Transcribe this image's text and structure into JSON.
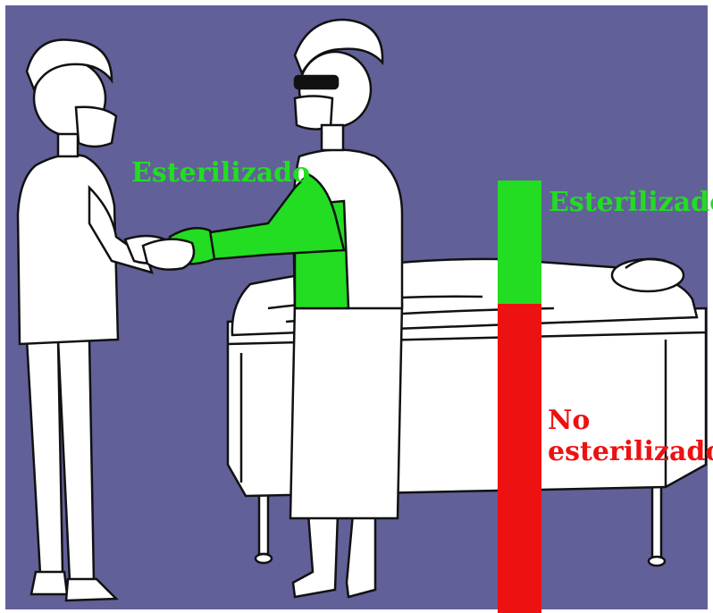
{
  "labels": {
    "sterile_arms": "Esterilizado",
    "sterile_zone": "Esterilizado",
    "non_sterile_line1": "No",
    "non_sterile_line2": "esterilizado"
  },
  "colors": {
    "background": "#626099",
    "sterile": "#22dd22",
    "non_sterile": "#ee1111",
    "figure_fill": "#ffffff",
    "outline": "#111111"
  }
}
